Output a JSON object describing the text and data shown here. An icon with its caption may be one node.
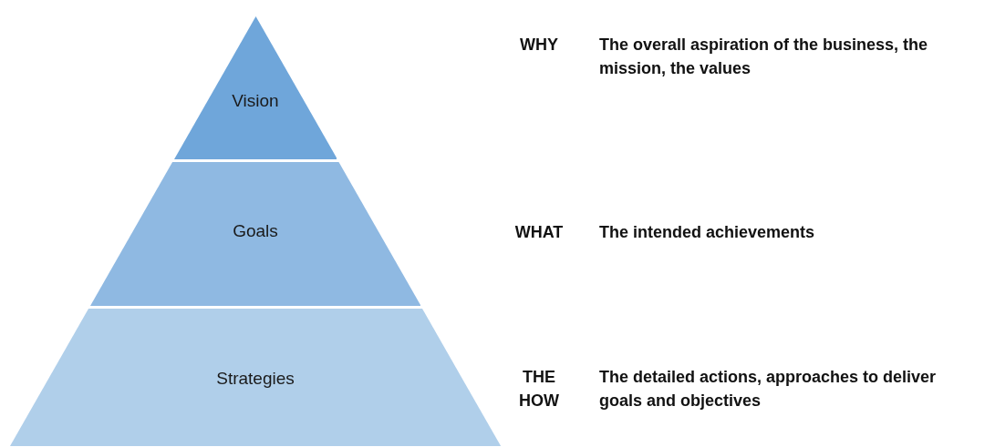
{
  "diagram": {
    "nodes": [
      {
        "text": [
          "Vision"
        ]
      },
      {
        "text": [
          "Goals"
        ]
      },
      {
        "text": [
          "Strategies"
        ]
      }
    ],
    "labels": [
      "WHY",
      "The overall aspiration of the business, the mission, the values",
      "WHAT",
      "The intended achievements",
      "THE HOW",
      "The detailed actions, approaches to deliver goals and objectives"
    ]
  }
}
